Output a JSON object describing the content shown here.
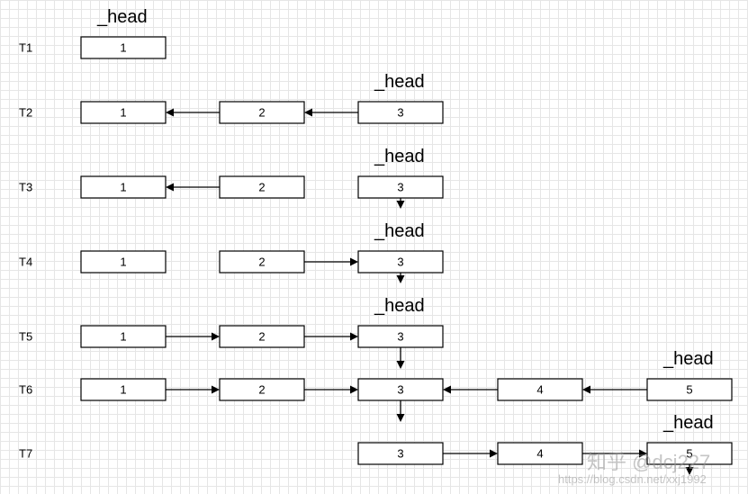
{
  "head_label": "_head",
  "rows": [
    {
      "id": "T1",
      "label": "T1",
      "nodes": [
        "1"
      ],
      "head": "1",
      "edges": []
    },
    {
      "id": "T2",
      "label": "T2",
      "nodes": [
        "1",
        "2",
        "3"
      ],
      "head": "3",
      "edges": [
        {
          "from": "3",
          "to": "2"
        },
        {
          "from": "2",
          "to": "1"
        }
      ]
    },
    {
      "id": "T3",
      "label": "T3",
      "nodes": [
        "1",
        "2",
        "3"
      ],
      "head": "3",
      "edges": [
        {
          "from": "2",
          "to": "1"
        },
        {
          "from": "3",
          "to": "down"
        }
      ]
    },
    {
      "id": "T4",
      "label": "T4",
      "nodes": [
        "1",
        "2",
        "3"
      ],
      "head": "3",
      "edges": [
        {
          "from": "2",
          "to": "3"
        },
        {
          "from": "3",
          "to": "down"
        }
      ]
    },
    {
      "id": "T5",
      "label": "T5",
      "nodes": [
        "1",
        "2",
        "3"
      ],
      "head": "3",
      "edges": [
        {
          "from": "1",
          "to": "2"
        },
        {
          "from": "2",
          "to": "3"
        },
        {
          "from": "3",
          "to": "down"
        }
      ]
    },
    {
      "id": "T6",
      "label": "T6",
      "nodes": [
        "1",
        "2",
        "3",
        "4",
        "5"
      ],
      "head": "5",
      "edges": [
        {
          "from": "1",
          "to": "2"
        },
        {
          "from": "2",
          "to": "3"
        },
        {
          "from": "5",
          "to": "4"
        },
        {
          "from": "4",
          "to": "3"
        },
        {
          "from": "3",
          "to": "down"
        }
      ]
    },
    {
      "id": "T7",
      "label": "T7",
      "nodes": [
        "3",
        "4",
        "5"
      ],
      "head": "5",
      "edges": [
        {
          "from": "3",
          "to": "4"
        },
        {
          "from": "4",
          "to": "5"
        },
        {
          "from": "5",
          "to": "down"
        }
      ]
    }
  ],
  "watermark": {
    "text": "知乎 @dcj227",
    "url": "https://blog.csdn.net/xxj1992"
  }
}
